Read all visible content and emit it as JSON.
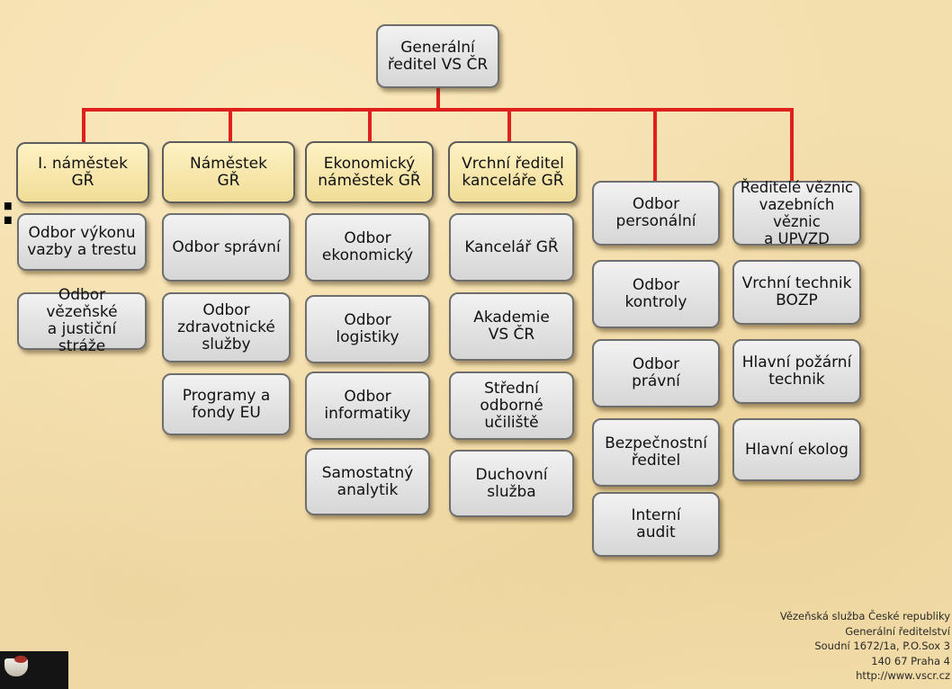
{
  "diagram": {
    "root": "Generální\nředitel VS ČR",
    "line_color": "#e0201c",
    "columns": [
      {
        "head": "I. náměstek\nGŘ",
        "items": [
          "Odbor výkonu\nvazby a trestu",
          "Odbor vězeňské\na justiční stráže"
        ]
      },
      {
        "head": "Náměstek\nGŘ",
        "items": [
          "Odbor správní",
          "Odbor\nzdravotnické\nslužby",
          "Programy a\nfondy EU"
        ]
      },
      {
        "head": "Ekonomický\nnáměstek GŘ",
        "items": [
          "Odbor\nekonomický",
          "Odbor\nlogistiky",
          "Odbor\ninformatiky",
          "Samostatný\nanalytik"
        ]
      },
      {
        "head": "Vrchní ředitel\nkanceláře GŘ",
        "items": [
          "Kancelář GŘ",
          "Akademie\nVS ČR",
          "Střední odborné\nučiliště",
          "Duchovní\nslužba"
        ]
      },
      {
        "head": "",
        "items": [
          "Odbor\npersonální",
          "Odbor\nkontroly",
          "Odbor\nprávní",
          "Bezpečnostní\nředitel",
          "Interní\naudit"
        ]
      },
      {
        "head": "",
        "items": [
          "Ředitelé věznic\nvazebních věznic\na UPVZD",
          "Vrchní technik\nBOZP",
          "Hlavní požární\ntechnik",
          "Hlavní ekolog"
        ]
      }
    ]
  },
  "footer": "Vězeňská služba České republiky\nGenerální ředitelství\nSoudní 1672/1a, P.O.Sox 3\n140 67 Praha 4\nhttp://www.vscr.cz",
  "edge_text": ":",
  "corner_image_icon": "coffee-cup-icon"
}
